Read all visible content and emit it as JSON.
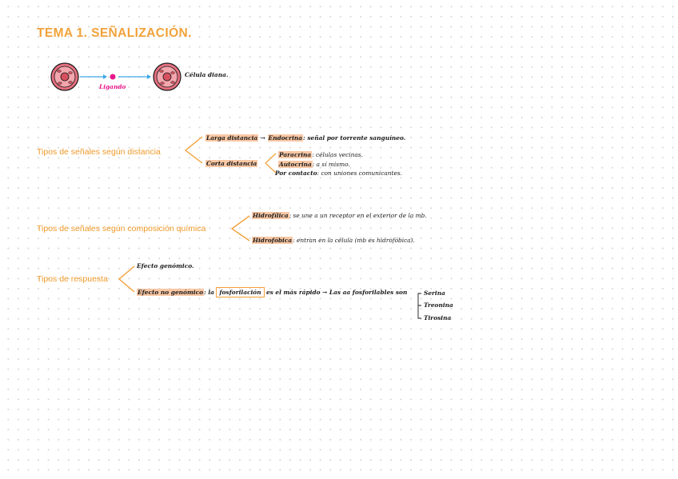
{
  "title": "TEMA 1. SEÑALIZACIÓN.",
  "diagram": {
    "ligand_label": "Ligando",
    "target_label": "Célula diana."
  },
  "distance": {
    "label": "Tipos de señales según distancia",
    "long": {
      "name": "Larga distancia",
      "arrow": "→",
      "type": "Endocrina",
      "desc": ": señal por torrente sanguíneo."
    },
    "short": {
      "name": "Corta distancia"
    },
    "short_items": [
      {
        "name": "Paracrina",
        "desc": ": células vecinas."
      },
      {
        "name": "Autocrina",
        "desc": ": a sí mismo."
      },
      {
        "name": "Por contacto",
        "desc": ": con uniones comunicantes."
      }
    ]
  },
  "composition": {
    "label": "Tipos de señales según composición química",
    "items": [
      {
        "name": "Hidrofílica",
        "desc": ": se une a un receptor en el exterior de la mb."
      },
      {
        "name": "Hidrofóbica",
        "desc": ": entran en la célula (mb es hidrofóbica)."
      }
    ]
  },
  "response": {
    "label": "Tipos de respuesta",
    "genomic": "Efecto genómico.",
    "nongenomic": {
      "name": "Efecto no genómico",
      "pre": ": la",
      "boxed": "fosforilación",
      "post": "es el más rápido → Las aa fosforilables son",
      "aminoacids": [
        "Serina",
        "Treonina",
        "Tirosina"
      ]
    }
  }
}
